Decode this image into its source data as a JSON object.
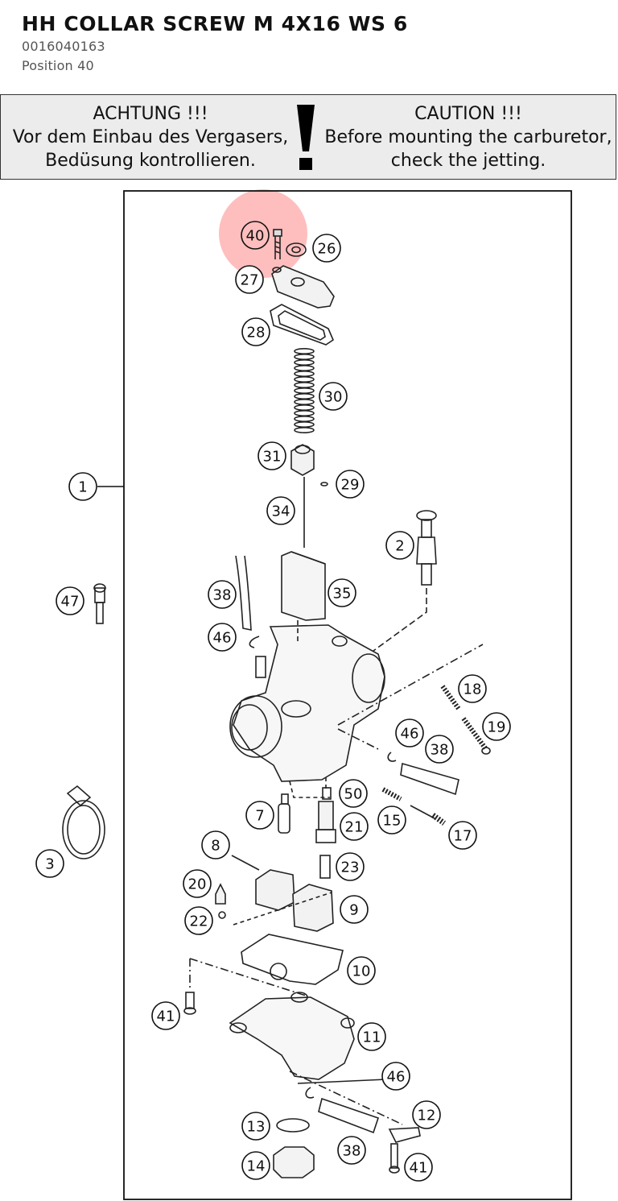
{
  "header": {
    "title": "HH COLLAR SCREW M 4X16 WS 6",
    "part_number": "0016040163",
    "position": "Position 40"
  },
  "caution": {
    "de": [
      "ACHTUNG !!!",
      "Vor dem Einbau des Vergasers,",
      "Bedüsung kontrollieren."
    ],
    "en": [
      "CAUTION !!!",
      "Before mounting the carburetor,",
      "check the jetting."
    ]
  },
  "highlight_color": "#ff6e6e",
  "callouts": [
    {
      "n": "40",
      "highlighted": true
    },
    {
      "n": "26"
    },
    {
      "n": "27"
    },
    {
      "n": "28"
    },
    {
      "n": "30"
    },
    {
      "n": "31"
    },
    {
      "n": "29"
    },
    {
      "n": "1"
    },
    {
      "n": "34"
    },
    {
      "n": "2"
    },
    {
      "n": "38"
    },
    {
      "n": "35"
    },
    {
      "n": "47"
    },
    {
      "n": "46"
    },
    {
      "n": "18"
    },
    {
      "n": "19"
    },
    {
      "n": "46"
    },
    {
      "n": "38"
    },
    {
      "n": "50"
    },
    {
      "n": "7"
    },
    {
      "n": "15"
    },
    {
      "n": "17"
    },
    {
      "n": "21"
    },
    {
      "n": "3"
    },
    {
      "n": "8"
    },
    {
      "n": "23"
    },
    {
      "n": "20"
    },
    {
      "n": "9"
    },
    {
      "n": "22"
    },
    {
      "n": "10"
    },
    {
      "n": "41"
    },
    {
      "n": "11"
    },
    {
      "n": "46"
    },
    {
      "n": "12"
    },
    {
      "n": "13"
    },
    {
      "n": "38"
    },
    {
      "n": "14"
    },
    {
      "n": "41"
    }
  ]
}
